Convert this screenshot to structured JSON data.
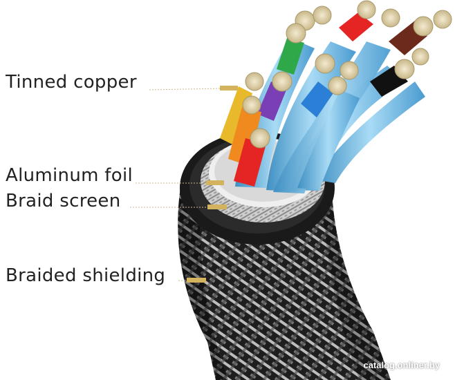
{
  "labels": {
    "tinned_copper": "Tinned copper",
    "aluminum_foil": "Aluminum foil",
    "braid_screen": "Braid screen",
    "braided_shielding": "Braided shielding"
  },
  "watermark": "catalog.onliner.by",
  "colors": {
    "leader_line": "#c9b98a",
    "marker": "#d4b35e",
    "jacket": "#2a2a2a",
    "braid_highlight": "#cfcfcf",
    "foil": "#e8e8e8",
    "conductor_blue": "#5fb8e6",
    "wire_green": "#2fa84a",
    "wire_red": "#e52424",
    "wire_brown": "#6b2a1c",
    "wire_orange": "#f08a1e",
    "wire_yellow": "#e8b92a",
    "wire_purple": "#7b3fb5",
    "wire_blue": "#2c7fd6",
    "wire_black": "#111111",
    "copper_strands": "#e8dcb5"
  }
}
